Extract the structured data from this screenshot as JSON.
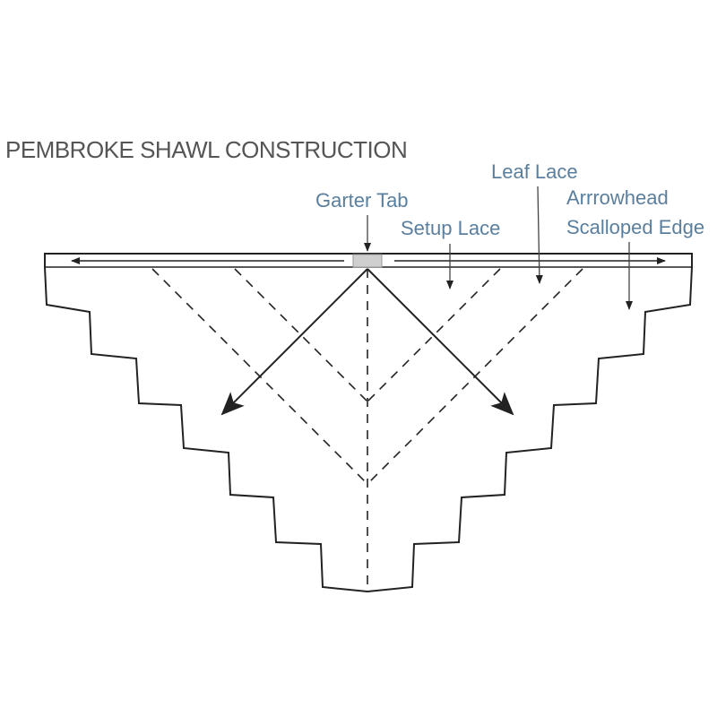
{
  "title": "PEMBROKE SHAWL CONSTRUCTION",
  "labels": {
    "garter_tab": "Garter Tab",
    "setup_lace": "Setup Lace",
    "leaf_lace": "Leaf Lace",
    "arrowhead_line1": "Arrrowhead",
    "arrowhead_line2": "Scalloped Edge"
  },
  "colors": {
    "line": "#222222",
    "title": "#555555",
    "label": "#5a7f9e",
    "tab_fill": "#cfcfcf"
  }
}
